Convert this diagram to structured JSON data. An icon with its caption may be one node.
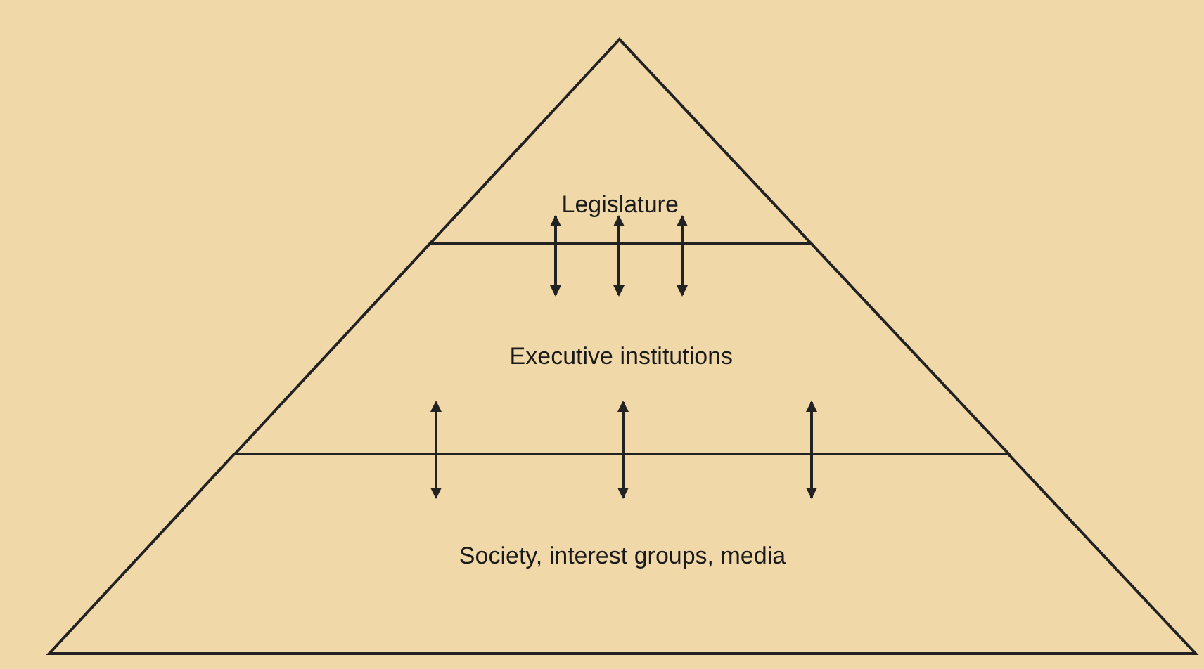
{
  "diagram": {
    "nodes": [
      {
        "text": [
          "Legislature"
        ]
      },
      {
        "text": [
          "Executive institutions"
        ]
      },
      {
        "text": [
          "Society, interest groups, media"
        ]
      }
    ],
    "edges": [
      {
        "from": 0,
        "to": 1,
        "arrow": "both"
      },
      {
        "from": 0,
        "to": 1,
        "arrow": "both"
      },
      {
        "from": 0,
        "to": 1,
        "arrow": "both"
      },
      {
        "from": 1,
        "to": 2,
        "arrow": "both"
      },
      {
        "from": 1,
        "to": 2,
        "arrow": "both"
      },
      {
        "from": 1,
        "to": 2,
        "arrow": "both"
      }
    ]
  }
}
